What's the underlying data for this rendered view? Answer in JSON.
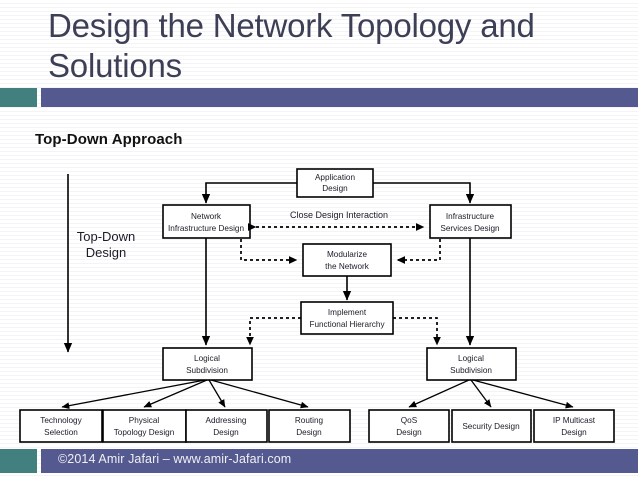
{
  "slide": {
    "title": "Design the Network Topology and Solutions",
    "section_heading": "Top-Down Approach",
    "footer": "©2014 Amir Jafari – www.amir-Jafari.com",
    "colors": {
      "accent_teal": "#42807f",
      "accent_purple": "#545a8f",
      "title_text": "#3c3f55",
      "background": "#ffffff"
    }
  },
  "diagram": {
    "type": "flowchart",
    "axis_label": {
      "line1": "Top-Down",
      "line2": "Design",
      "arrow_direction": "down"
    },
    "interaction_label": "Close Design Interaction",
    "nodes": {
      "application_design": {
        "line1": "Application",
        "line2": "Design"
      },
      "network_infrastructure_design": {
        "line1": "Network",
        "line2": "Infrastructure Design"
      },
      "infrastructure_services_design": {
        "line1": "Infrastructure",
        "line2": "Services Design"
      },
      "modularize_the_network": {
        "line1": "Modularize",
        "line2": "the Network"
      },
      "implement_functional_hierarchy": {
        "line1": "Implement",
        "line2": "Functional Hierarchy"
      },
      "logical_subdivision_left": {
        "line1": "Logical",
        "line2": "Subdivision"
      },
      "logical_subdivision_right": {
        "line1": "Logical",
        "line2": "Subdivision"
      }
    },
    "leaves_left": [
      {
        "line1": "Technology",
        "line2": "Selection"
      },
      {
        "line1": "Physical",
        "line2": "Topology Design"
      },
      {
        "line1": "Addressing",
        "line2": "Design"
      },
      {
        "line1": "Routing",
        "line2": "Design"
      }
    ],
    "leaves_right": [
      {
        "line1": "QoS",
        "line2": "Design"
      },
      {
        "line1": "Security Design",
        "line2": ""
      },
      {
        "line1": "IP Multicast",
        "line2": "Design"
      }
    ]
  }
}
